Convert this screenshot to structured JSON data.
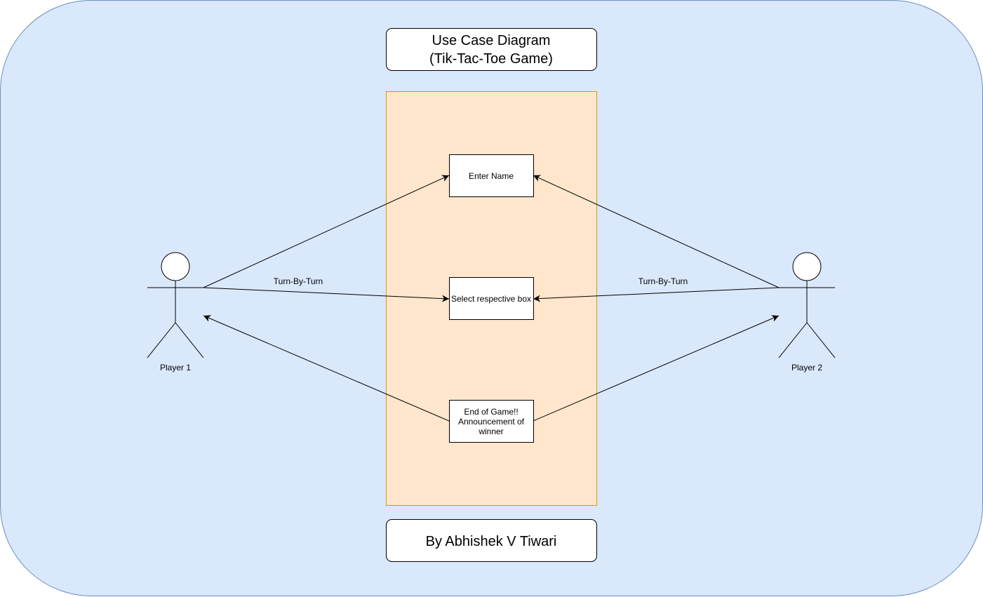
{
  "title_box": {
    "line1": "Use Case Diagram",
    "line2": "(Tik-Tac-Toe Game)"
  },
  "use_cases": {
    "enter_name": "Enter Name",
    "select_box": "Select respective box",
    "end_game": {
      "line1": "End of Game!!",
      "line2": "Announcement of",
      "line3": "winner"
    }
  },
  "actors": {
    "player1": "Player 1",
    "player2": "Player 2"
  },
  "edge_labels": {
    "left": "Turn-By-Turn",
    "right": "Turn-By-Turn"
  },
  "author": "By Abhishek V Tiwari",
  "colors": {
    "background": "#dae8fc",
    "background_border": "#6c8ebf",
    "system": "#ffe6cc",
    "system_border": "#d79b00",
    "box_fill": "#ffffff",
    "stroke": "#000000"
  }
}
